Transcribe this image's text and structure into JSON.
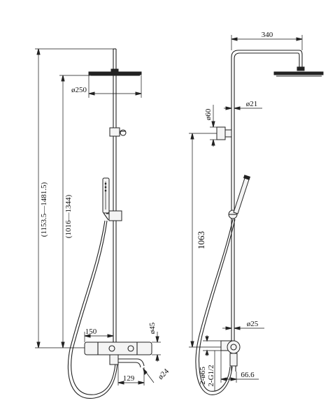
{
  "left_view": {
    "height_range_total": "(1153.5—1481.5)",
    "height_range_outlet": "(1016—1344)",
    "head_diameter": "ø250",
    "mixer_width": "150",
    "mixer_diameter": "ø45",
    "spout_length": "129",
    "spout_diameter": "ø24"
  },
  "right_view": {
    "arm_length": "340",
    "pipe_diameter": "ø21",
    "bracket_diameter": "ø60",
    "bar_height": "1063",
    "lower_pipe_diameter": "ø25",
    "inlet_spacing": "2-ø65",
    "inlet_thread": "2-G1/2",
    "inlet_depth": "66.6"
  },
  "colors": {
    "line": "#222222",
    "background": "#ffffff"
  }
}
